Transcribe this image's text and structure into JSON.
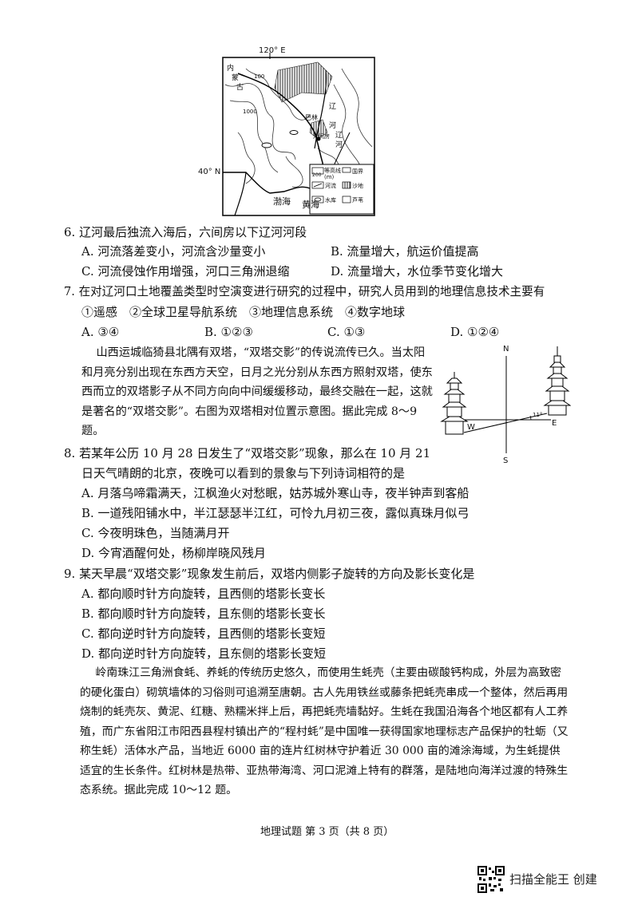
{
  "map": {
    "lon_label": "120° E",
    "lat_label": "40° N",
    "places": [
      "内",
      "蒙",
      "古",
      "辽",
      "河",
      "巴林",
      "辽",
      "河",
      "六间房",
      "100",
      "1000",
      "渤海",
      "黄海"
    ],
    "legend": [
      {
        "icon": "contour-icon",
        "label": "等高线 (m)",
        "symbol": "200"
      },
      {
        "icon": "border-icon",
        "label": "国界"
      },
      {
        "icon": "river-icon",
        "label": "河流"
      },
      {
        "icon": "sand-icon",
        "label": "沙地"
      },
      {
        "icon": "reservoir-icon",
        "label": "水库"
      },
      {
        "icon": "weir-icon",
        "label": "芦苇"
      }
    ]
  },
  "q6": {
    "stem": "6. 辽河最后独流入海后，六间房以下辽河河段",
    "A": "A. 河流落差变小，河流含沙量变小",
    "B": "B. 流量增大，航运价值提高",
    "C": "C. 河流侵蚀作用增强，河口三角洲退缩",
    "D": "D. 流量增大，水位季节变化增大"
  },
  "q7": {
    "stem": "7. 在对辽河口土地覆盖类型时空演变进行研究的过程中，研究人员用到的地理信息技术主要有",
    "items": "①遥感　②全球卫星导航系统　③地理信息系统　④数字地球",
    "A": "A. ③④",
    "B": "B. ①②③",
    "C": "C. ①③",
    "D": "D. ①②④"
  },
  "intro1": "山西运城临猗县北隅有双塔，“双塔交影”的传说流传已久。当太阳和月亮分别出现在东西方天空，日月之光分别从东西方照射双塔，使东西而立的双塔影子从不同方向向中间缓缓移动，最终交融在一起，这就是著名的“双塔交影”。右图为双塔相对位置示意图。据此完成 8～9 题。",
  "compass": {
    "N": "N",
    "S": "S",
    "E": "E",
    "W": "W",
    "angle": "11°"
  },
  "q8": {
    "stem1": "8. 若某年公历 10 月 28 日发生了“双塔交影”现象，那么在 10 月 21",
    "stem2": "日天气晴朗的北京，夜晚可以看到的景象与下列诗词相符的是",
    "A": "A. 月落乌啼霜满天，江枫渔火对愁眠，姑苏城外寒山寺，夜半钟声到客船",
    "B": "B. 一道残阳铺水中，半江瑟瑟半江红，可怜九月初三夜，露似真珠月似弓",
    "C": "C. 今夜明珠色，当随满月开",
    "D": "D. 今宵酒醒何处，杨柳岸晓风残月"
  },
  "q9": {
    "stem": "9. 某天早晨“双塔交影”现象发生前后，双塔内侧影子旋转的方向及影长变化是",
    "A": "A. 都向顺时针方向旋转，且西侧的塔影长变长",
    "B": "B. 都向顺时针方向旋转，且东侧的塔影长变长",
    "C": "C. 都向逆时针方向旋转，且西侧的塔影长变短",
    "D": "D. 都向逆时针方向旋转，且东侧的塔影长变短"
  },
  "intro2": "岭南珠江三角洲食蚝、养蚝的传统历史悠久，而使用生蚝壳（主要由碳酸钙构成，外层为高致密的硬化蛋白）砌筑墙体的习俗则可追溯至唐朝。古人先用铁丝或藤条把蚝壳串成一个整体，然后再用烧制的蚝壳灰、黄泥、红糖、熟糯米拌上后，再把蚝壳墙黏好。生蚝在我国沿海各个地区都有人工养殖，而广东省阳江市阳西县程村镇出产的“程村蚝”是中国唯一获得国家地理标志产品保护的牡蛎（又称生蚝）活体水产品，当地近 6000 亩的连片红树林守护着近 30 000 亩的滩涂海域，为生蚝提供适宜的生长条件。红树林是热带、亚热带海湾、河口泥滩上特有的群落，是陆地向海洋过渡的特殊生态系统。据此完成 10～12 题。",
  "footer": "地理试题 第 3 页（共 8 页）",
  "watermark": {
    "text": "扫描全能王 创建",
    "icon": "qr-code-icon"
  }
}
